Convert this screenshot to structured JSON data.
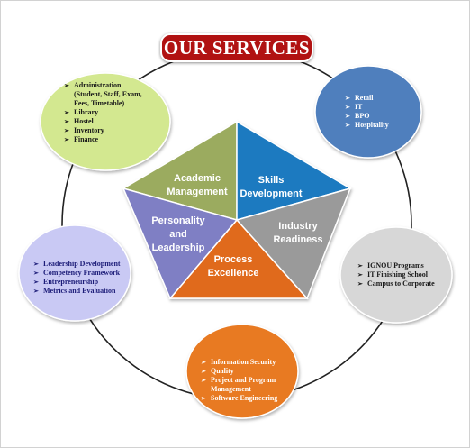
{
  "title": "OUR SERVICES",
  "bullet_glyph": "➢",
  "pentagon": {
    "segments": [
      {
        "key": "academic",
        "lines": [
          "Academic",
          "Management"
        ],
        "color": "#9bab5e"
      },
      {
        "key": "skills",
        "lines": [
          "Skills",
          "Development"
        ],
        "color": "#1c7ac0"
      },
      {
        "key": "industry",
        "lines": [
          "Industry",
          "Readiness"
        ],
        "color": "#9a9a9a"
      },
      {
        "key": "process",
        "lines": [
          "Process",
          "Excellence"
        ],
        "color": "#e06a1c"
      },
      {
        "key": "personality",
        "lines": [
          "Personality",
          "and",
          "Leadership"
        ],
        "color": "#7f7fc4"
      }
    ]
  },
  "bubbles": [
    {
      "key": "academic",
      "color": "#d3e890",
      "items": [
        "Administration",
        "(Student, Staff, Exam,",
        "Fees, Timetable)",
        "Library",
        "Hostel",
        "Inventory",
        "Finance"
      ]
    },
    {
      "key": "skills",
      "color": "#4f7fbd",
      "items": [
        "Retail",
        "IT",
        "BPO",
        "Hospitality"
      ]
    },
    {
      "key": "industry",
      "color": "#d7d7d7",
      "items": [
        "IGNOU Programs",
        "IT Finishing School",
        "Campus to Corporate"
      ]
    },
    {
      "key": "process",
      "color": "#e87a22",
      "items": [
        "Information Security",
        "Quality",
        "Project and Program",
        "Management",
        "Software Engineering"
      ]
    },
    {
      "key": "personality",
      "color": "#c9c9f4",
      "items": [
        "Leadership Development",
        "Competency Framework",
        "Entrepreneurship",
        "Metrics and Evaluation"
      ]
    }
  ]
}
